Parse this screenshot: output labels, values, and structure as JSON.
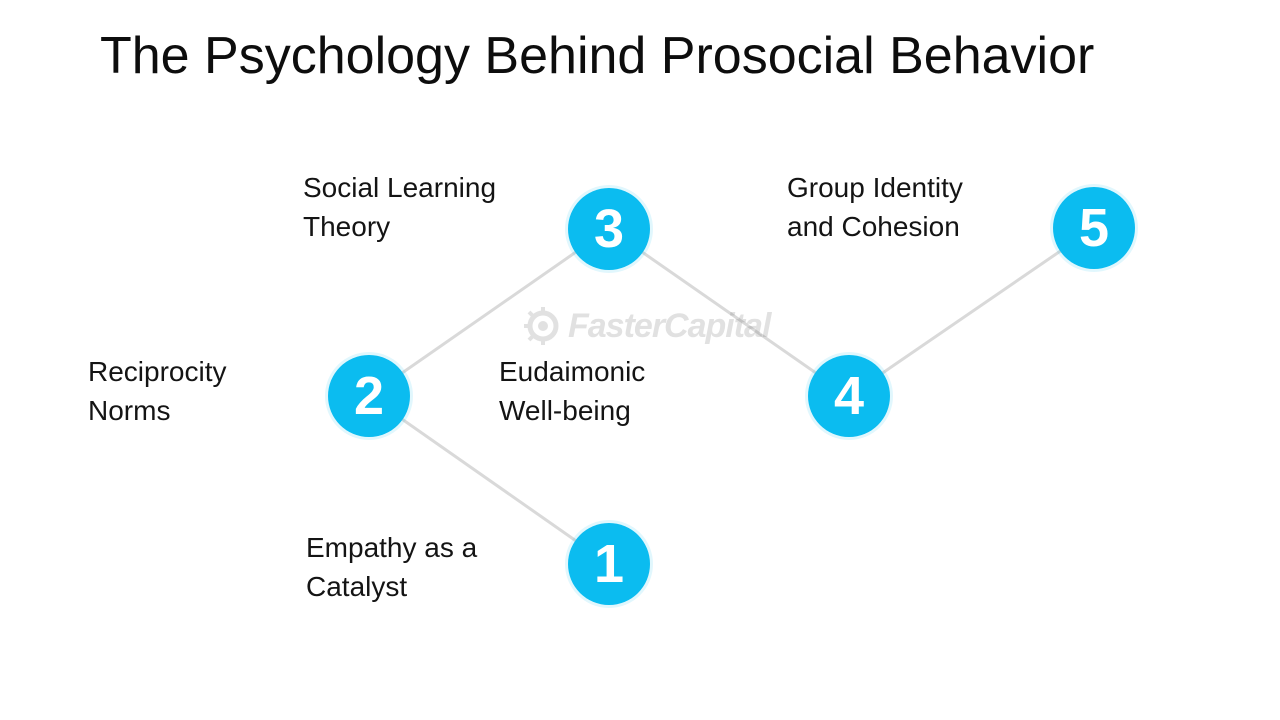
{
  "title": "The Psychology Behind Prosocial Behavior",
  "steps": [
    {
      "number": "1",
      "label_line1": "Empathy as a",
      "label_line2": "Catalyst"
    },
    {
      "number": "2",
      "label_line1": "Reciprocity",
      "label_line2": "Norms"
    },
    {
      "number": "3",
      "label_line1": "Social Learning",
      "label_line2": "Theory"
    },
    {
      "number": "4",
      "label_line1": "Eudaimonic",
      "label_line2": "Well-being"
    },
    {
      "number": "5",
      "label_line1": "Group Identity",
      "label_line2": "and Cohesion"
    }
  ],
  "watermark": "FasterCapital",
  "colors": {
    "node": "#0bbcf0",
    "connector": "#d9d9d9",
    "text": "#141414"
  }
}
